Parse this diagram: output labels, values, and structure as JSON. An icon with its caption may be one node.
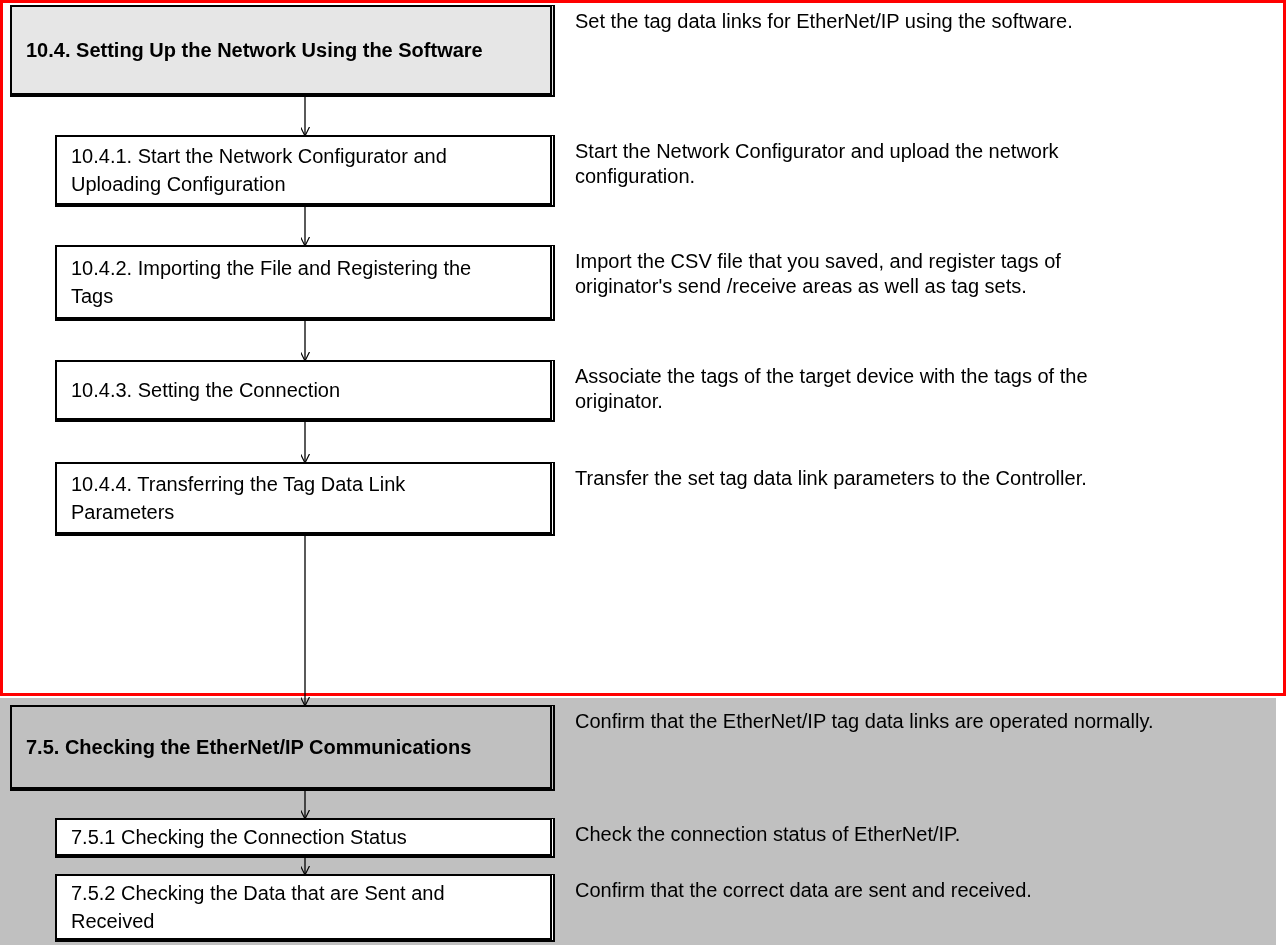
{
  "diagram": {
    "nodes": [
      {
        "text": [
          "10.4. Setting Up the Network Using the Software"
        ],
        "beside": [
          "Set the tag data links for EtherNet/IP using the software."
        ]
      },
      {
        "text": [
          "10.4.1. Start the Network Configurator and Uploading Configuration"
        ],
        "beside": [
          "Start the Network Configurator and upload the network configuration."
        ]
      },
      {
        "text": [
          "10.4.2. Importing the File and Registering the Tags"
        ],
        "beside": [
          "Import the CSV file that you saved, and register tags of originator's send /receive areas as well as tag sets."
        ]
      },
      {
        "text": [
          "10.4.3. Setting the Connection"
        ],
        "beside": [
          "Associate the tags of the target device with the tags of the originator."
        ]
      },
      {
        "text": [
          "10.4.4. Transferring the Tag Data Link Parameters"
        ],
        "beside": [
          "Transfer the set tag data link parameters to the Controller."
        ]
      },
      {
        "text": [
          "7.5. Checking the EtherNet/IP Communications"
        ],
        "beside": [
          "Confirm that the EtherNet/IP tag data links are operated normally."
        ]
      },
      {
        "text": [
          "7.5.1 Checking the Connection Status"
        ],
        "beside": [
          "Check the connection status of EtherNet/IP."
        ]
      },
      {
        "text": [
          "7.5.2 Checking the Data that are Sent and Received"
        ],
        "beside": [
          "Confirm that the correct data are sent and received."
        ]
      }
    ],
    "edges": [
      {
        "from": 0,
        "to": 1,
        "arrow": "to"
      },
      {
        "from": 1,
        "to": 2,
        "arrow": "to"
      },
      {
        "from": 2,
        "to": 3,
        "arrow": "to"
      },
      {
        "from": 3,
        "to": 4,
        "arrow": "to"
      },
      {
        "from": 4,
        "to": 5,
        "arrow": "to"
      },
      {
        "from": 5,
        "to": 6,
        "arrow": "to"
      },
      {
        "from": 6,
        "to": 7,
        "arrow": "to"
      }
    ]
  }
}
